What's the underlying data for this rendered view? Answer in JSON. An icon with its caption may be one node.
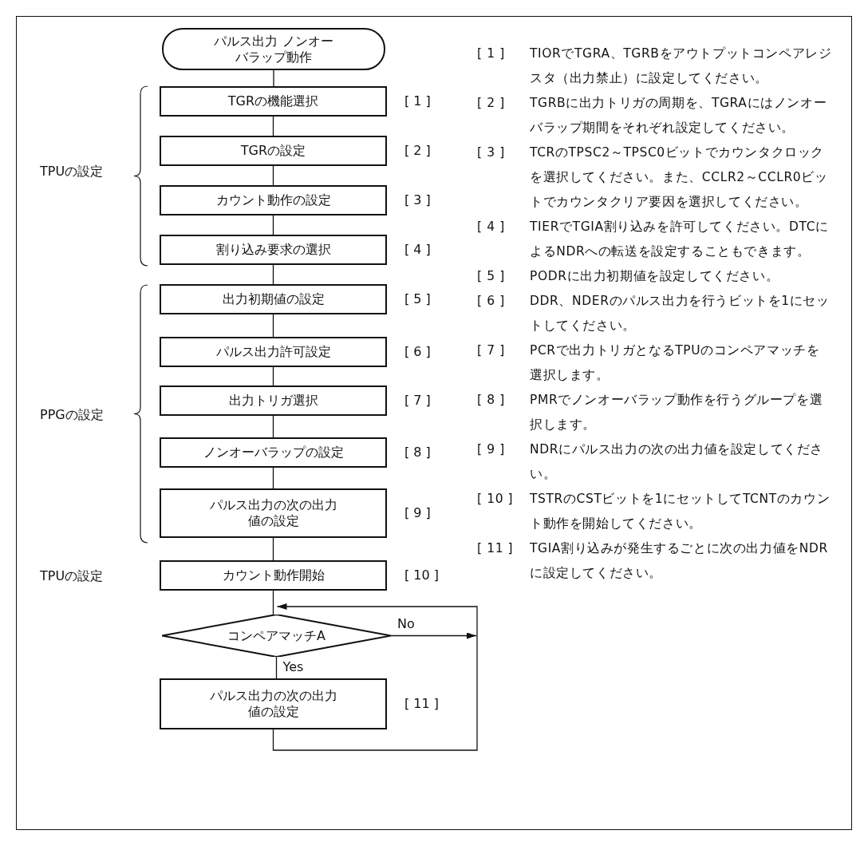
{
  "diagram": {
    "nodes": [
      {
        "text": [
          "パルス出力 ノンオーバラップ動作"
        ]
      },
      {
        "text": [
          "TGRの機能選択"
        ],
        "beside": [
          "[ 1 ]"
        ]
      },
      {
        "text": [
          "TGRの設定"
        ],
        "beside": [
          "[ 2 ]"
        ]
      },
      {
        "text": [
          "カウント動作の設定"
        ],
        "beside": [
          "[ 3 ]"
        ]
      },
      {
        "text": [
          "割り込み要求の選択"
        ],
        "beside": [
          "[ 4 ]"
        ]
      },
      {
        "text": [
          "出力初期値の設定"
        ],
        "beside": [
          "[ 5 ]"
        ]
      },
      {
        "text": [
          "パルス出力許可設定"
        ],
        "beside": [
          "[ 6 ]"
        ]
      },
      {
        "text": [
          "出力トリガ選択"
        ],
        "beside": [
          "[ 7 ]"
        ]
      },
      {
        "text": [
          "ノンオーバラップの設定"
        ],
        "beside": [
          "[ 8 ]"
        ]
      },
      {
        "text": [
          "パルス出力の次の出力値の設定"
        ],
        "beside": [
          "[ 9 ]"
        ]
      },
      {
        "text": [
          "カウント動作開始"
        ],
        "beside": [
          "[ 10 ]"
        ]
      },
      {
        "text": [
          "コンペアマッチA"
        ]
      },
      {
        "text": [
          "パルス出力の次の出力値の設定"
        ],
        "beside": [
          "[ 11 ]"
        ]
      }
    ],
    "edges": [
      {
        "from": 0,
        "to": 1,
        "arrow": "none"
      },
      {
        "from": 1,
        "to": 2,
        "arrow": "none"
      },
      {
        "from": 2,
        "to": 3,
        "arrow": "none"
      },
      {
        "from": 3,
        "to": 4,
        "arrow": "none"
      },
      {
        "from": 4,
        "to": 5,
        "arrow": "none"
      },
      {
        "from": 5,
        "to": 6,
        "arrow": "none"
      },
      {
        "from": 6,
        "to": 7,
        "arrow": "none"
      },
      {
        "from": 7,
        "to": 8,
        "arrow": "none"
      },
      {
        "from": 8,
        "to": 9,
        "arrow": "none"
      },
      {
        "from": 9,
        "to": 10,
        "arrow": "none"
      },
      {
        "from": 10,
        "to": 11,
        "arrow": "none"
      },
      {
        "from": 11,
        "to": 12,
        "arrow": "none",
        "label": "Yes"
      },
      {
        "from": 11,
        "to": 11,
        "arrow": "to",
        "label": "No"
      },
      {
        "from": 12,
        "to": 11,
        "arrow": "to"
      }
    ],
    "labels": [
      "TPUの設定",
      "PPGの設定",
      "TPUの設定",
      "[ 1 ]",
      "TIORでTGRA、TGRBをアウトプットコンペアレジスタ（出力禁止）に設定してください。",
      "[ 2 ]",
      "TGRBに出力トリガの周期を、TGRAにはノンオーバラップ期間をそれぞれ設定してください。",
      "[ 3 ]",
      "TCRのTPSC2～TPSC0ビットでカウンタクロックを選択してください。また、CCLR2～CCLR0ビットでカウンタクリア要因を選択してください。",
      "[ 4 ]",
      "TIERでTGIA割り込みを許可してください。DTCによるNDRへの転送を設定することもできます。",
      "[ 5 ]",
      "PODRに出力初期値を設定してください。",
      "[ 6 ]",
      "DDR、NDERのパルス出力を行うビットを1にセットしてください。",
      "[ 7 ]",
      "PCRで出力トリガとなるTPUのコンペアマッチを選択します。",
      "[ 8 ]",
      "PMRでノンオーバラップ動作を行うグループを選択します。",
      "[ 9 ]",
      "NDRにパルス出力の次の出力値を設定してください。",
      "[ 10 ]",
      "TSTRのCSTビットを1にセットしてTCNTのカウント動作を開始してください。",
      "[ 11 ]",
      "TGIA割り込みが発生するごとに次の出力値をNDRに設定してください。"
    ]
  }
}
